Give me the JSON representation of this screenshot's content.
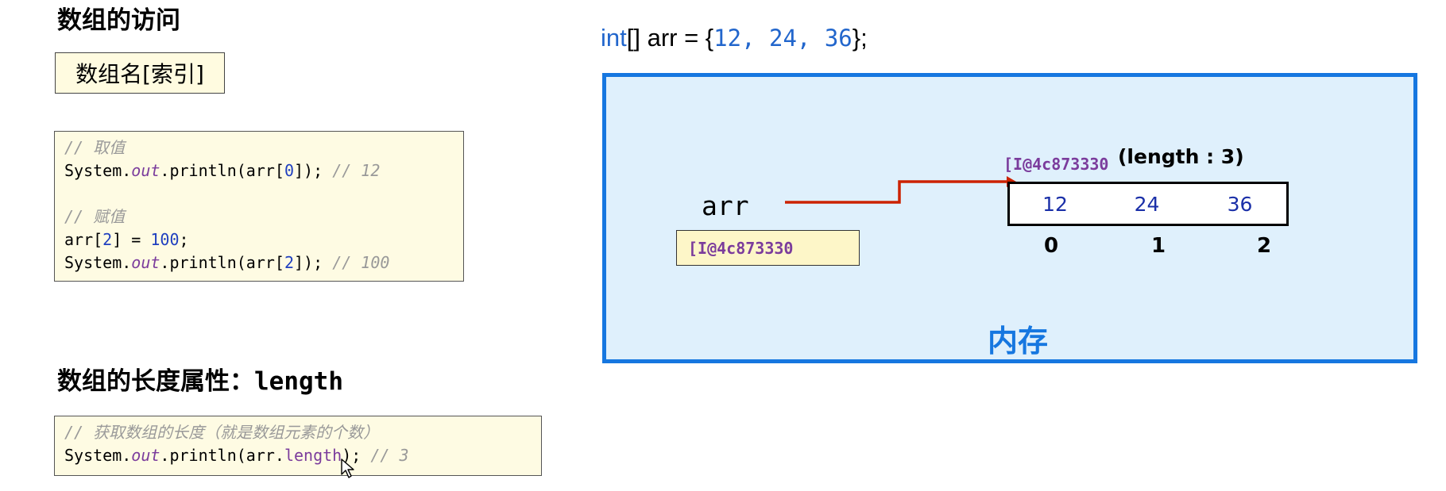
{
  "left": {
    "title_access": "数组的访问",
    "syntax": "数组名[索引]",
    "code1": {
      "c1": "// 取值",
      "l2a": "System.",
      "l2b": "out",
      "l2c": ".println(arr[",
      "l2d": "0",
      "l2e": "]); ",
      "l2f": "// 12",
      "c2": "// 赋值",
      "l4a": "arr[",
      "l4b": "2",
      "l4c": "] = ",
      "l4d": "100",
      "l4e": ";",
      "l5a": "System.",
      "l5b": "out",
      "l5c": ".println(arr[",
      "l5d": "2",
      "l5e": "]); ",
      "l5f": "// 100"
    },
    "title_length_cn": "数组的长度属性：",
    "title_length_code": "length",
    "code2": {
      "c1": "// 获取数组的长度（就是数组元素的个数）",
      "l2a": "System.",
      "l2b": "out",
      "l2c": ".println(arr.",
      "l2d": "length",
      "l2e": "); ",
      "l2f": "// 3"
    }
  },
  "right": {
    "decl": {
      "kw": "int",
      "rest": "[] arr = {",
      "vals": "12, 24, 36",
      "end": "};"
    },
    "memory": {
      "var_name": "arr",
      "var_value": "[I@4c873330",
      "addr": "[I@4c873330",
      "length_label": "(length : 3)",
      "cells": [
        "12",
        "24",
        "36"
      ],
      "indices": [
        "0",
        "1",
        "2"
      ],
      "label": "内存"
    }
  },
  "colors": {
    "memory_bg": "#dff0fc",
    "memory_border": "#1677e0",
    "arrow": "#cc2200",
    "address": "#7b3c9c",
    "code_bg": "#fefbe3"
  }
}
